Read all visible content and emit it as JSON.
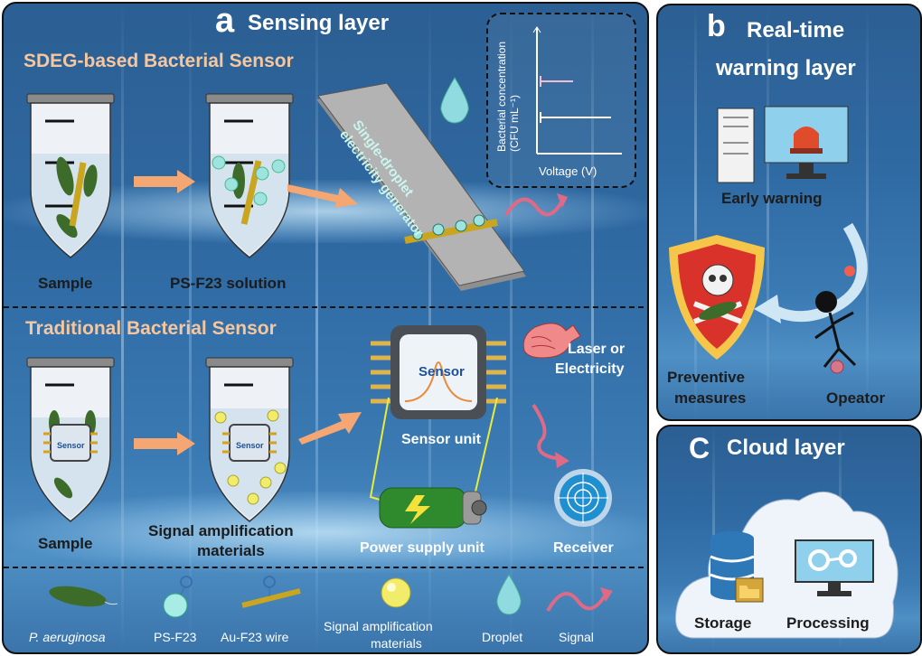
{
  "panel_a": {
    "letter": "a",
    "title": "Sensing layer",
    "sdeg": {
      "heading": "SDEG-based Bacterial Sensor",
      "sample_label": "Sample",
      "solution_label": "PS-F23 solution",
      "generator_text": "Single-droplet electricity generator",
      "inset": {
        "ylabel": "Bacterial concentration (CFU mL⁻¹)",
        "xlabel": "Voltage (V)"
      }
    },
    "traditional": {
      "heading": "Traditional Bacterial Sensor",
      "sample_label": "Sample",
      "amplification_label_1": "Signal amplification",
      "amplification_label_2": "materials",
      "sensor_chip_text": "Sensor",
      "sensor_unit_label": "Sensor unit",
      "laser_label_1": "Laser or",
      "laser_label_2": "Electricity",
      "power_label": "Power supply unit",
      "receiver_label": "Receiver"
    },
    "legend": {
      "p_aeruginosa": "P. aeruginosa",
      "ps_f23": "PS-F23",
      "au_wire": "Au-F23 wire",
      "amp_1": "Signal amplification",
      "amp_2": "materials",
      "droplet": "Droplet",
      "signal": "Signal"
    }
  },
  "panel_b": {
    "letter": "b",
    "title_1": "Real-time",
    "title_2": "warning layer",
    "early_warning": "Early warning",
    "preventive_1": "Preventive",
    "preventive_2": "measures",
    "operator": "Opeator"
  },
  "panel_c": {
    "letter": "C",
    "title": "Cloud layer",
    "storage": "Storage",
    "processing": "Processing"
  },
  "colors": {
    "panel_bg": "#2f6aa3",
    "orange_heading": "#f6c79f",
    "arrow_orange": "#f4a772",
    "signal_pink": "#e06a85"
  }
}
